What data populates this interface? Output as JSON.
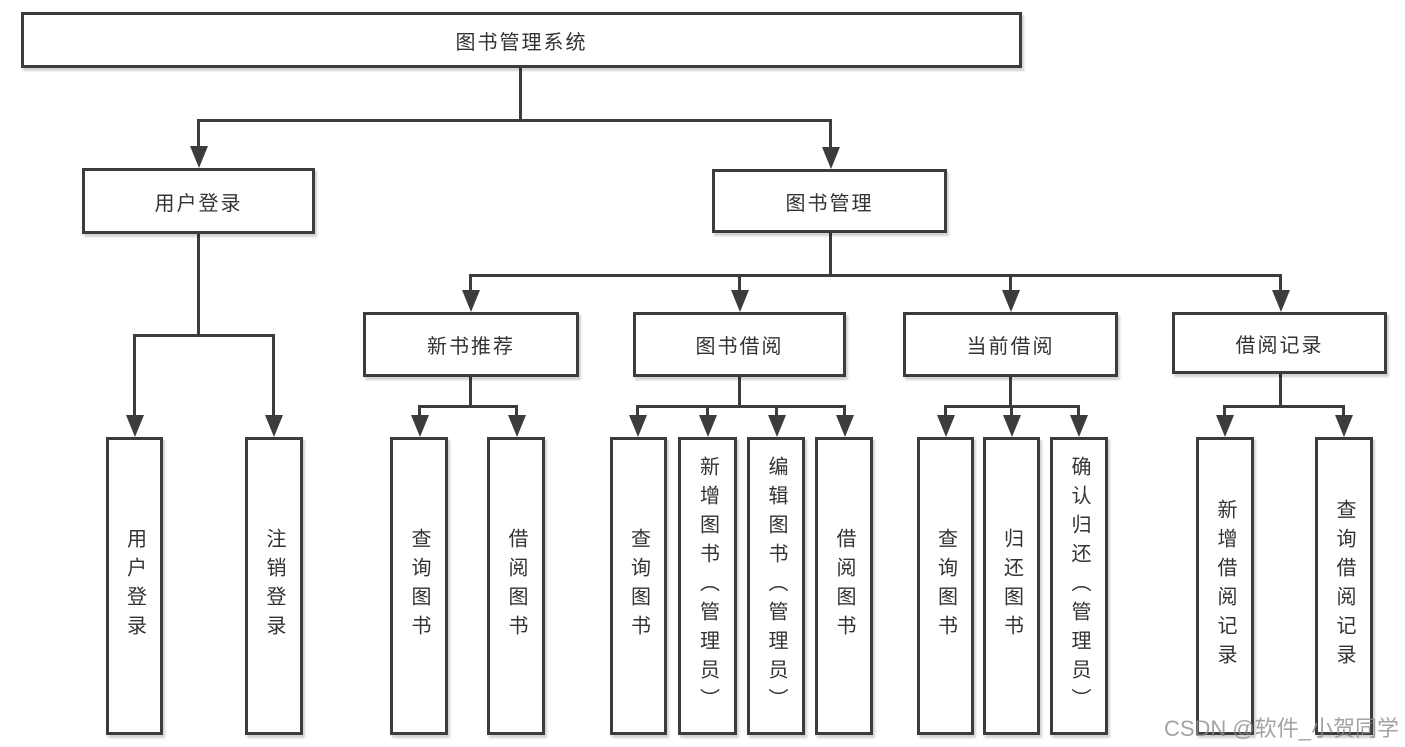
{
  "tree": {
    "root": {
      "label": "图书管理系统"
    },
    "branches": [
      {
        "label": "用户登录",
        "children": [
          {
            "label": "用户登录"
          },
          {
            "label": "注销登录"
          }
        ]
      },
      {
        "label": "图书管理",
        "children": [
          {
            "label": "新书推荐",
            "children": [
              {
                "label": "查询图书"
              },
              {
                "label": "借阅图书"
              }
            ]
          },
          {
            "label": "图书借阅",
            "children": [
              {
                "label": "查询图书"
              },
              {
                "label": "新增图书（管理员）"
              },
              {
                "label": "编辑图书（管理员）"
              },
              {
                "label": "借阅图书"
              }
            ]
          },
          {
            "label": "当前借阅",
            "children": [
              {
                "label": "查询图书"
              },
              {
                "label": "归还图书"
              },
              {
                "label": "确认归还（管理员）"
              }
            ]
          },
          {
            "label": "借阅记录",
            "children": [
              {
                "label": "新增借阅记录"
              },
              {
                "label": "查询借阅记录"
              }
            ]
          }
        ]
      }
    ]
  },
  "watermark": "CSDN @软件_小贺同学",
  "colors": {
    "line": "#3c3c3c",
    "box_border": "#3c3c3c",
    "text": "#333333",
    "background": "#ffffff",
    "watermark": "#8c8c8c"
  }
}
